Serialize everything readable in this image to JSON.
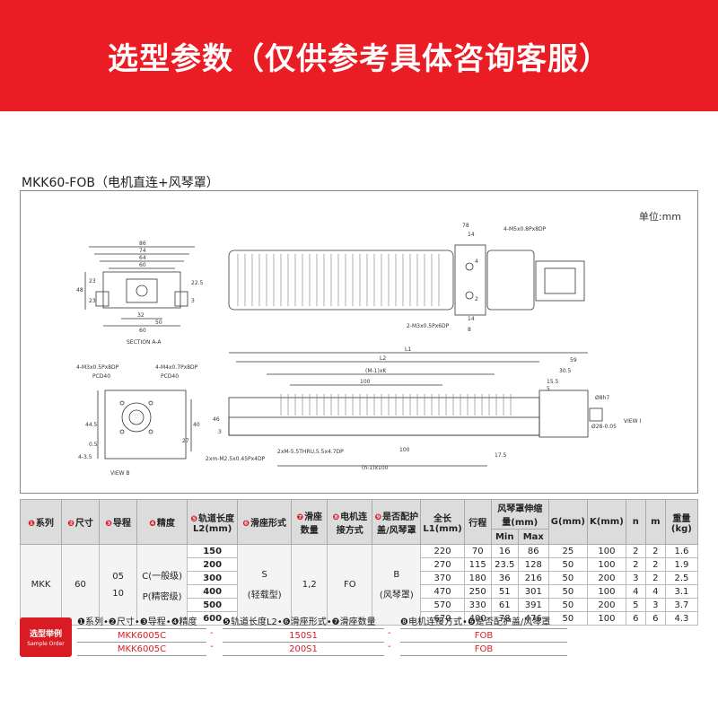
{
  "banner": {
    "title": "选型参数（仅供参考具体咨询客服）",
    "color": "#ea1c24"
  },
  "model_title": "MKK60-FOB（电机直连+风琴罩）",
  "drawing": {
    "unit": "单位:mm",
    "section_a": {
      "label": "SECTION A-A",
      "dims_top": [
        "86",
        "74",
        "64",
        "60"
      ],
      "dims_side": [
        "48",
        "23",
        "23",
        "22.5",
        "3"
      ],
      "dims_bottom": [
        "32",
        "50",
        "60"
      ]
    },
    "top_view": {
      "dims": [
        "78",
        "14",
        "4",
        "2",
        "14",
        "8"
      ],
      "notes": [
        "4-M5x0.8Px8DP",
        "2-M3x0.5Px6DP"
      ]
    },
    "view_b": {
      "label": "VIEW B",
      "notes": [
        "4-M3x0.5Px8DP",
        "PCD40",
        "4-M4x0.7Px8DP",
        "PCD40"
      ],
      "dims": [
        "44.5",
        "40",
        "27",
        "0.5",
        "4-3.5"
      ]
    },
    "front_view": {
      "dims": [
        "L1",
        "L2",
        "(M-1)xK",
        "100",
        "59",
        "30.5",
        "15.5",
        "5",
        "100",
        "(n-1)x100",
        "17.5",
        "46",
        "Ø8h7",
        "Ø28-0.05",
        "3"
      ],
      "notes": [
        "2xM-5.5THRU,5.5x4.7DP",
        "2xm-M2.5x0.45Px4DP",
        "VIEW I"
      ]
    }
  },
  "table": {
    "headers": [
      {
        "n": "❶",
        "label": "系列"
      },
      {
        "n": "❷",
        "label": "尺寸"
      },
      {
        "n": "❸",
        "label": "导程"
      },
      {
        "n": "❹",
        "label": "精度"
      },
      {
        "n": "❺",
        "label": "轨道长度L2(mm)"
      },
      {
        "n": "❻",
        "label": "滑座形式"
      },
      {
        "n": "❼",
        "label": "滑座数量"
      },
      {
        "n": "❽",
        "label": "电机连接方式"
      },
      {
        "n": "❾",
        "label": "是否配护盖/风琴罩"
      },
      {
        "n": "",
        "label": "全长L1(mm)"
      },
      {
        "n": "",
        "label": "行程"
      },
      {
        "n": "",
        "label": "风琴罩伸缩量(mm)"
      },
      {
        "n": "",
        "label": "G(mm)"
      },
      {
        "n": "",
        "label": "K(mm)"
      },
      {
        "n": "",
        "label": "n"
      },
      {
        "n": "",
        "label": "m"
      },
      {
        "n": "",
        "label": "重量(kg)"
      }
    ],
    "sub_headers": [
      "Min",
      "Max"
    ],
    "series": "MKK",
    "size": "60",
    "leads": [
      "05",
      "10"
    ],
    "precisions": [
      "C(一般级)",
      "P(精密级)"
    ],
    "slider_type": [
      "S",
      "(轻载型)"
    ],
    "slider_qty": "1,2",
    "motor_conn": "FO",
    "cover": [
      "B",
      "(风琴罩)"
    ],
    "rows": [
      {
        "l2": "150",
        "l1": "220",
        "stroke": "70",
        "min": "16",
        "max": "86",
        "g": "25",
        "k": "100",
        "n": "2",
        "m": "2",
        "w": "1.6"
      },
      {
        "l2": "200",
        "l1": "270",
        "stroke": "115",
        "min": "23.5",
        "max": "128",
        "g": "50",
        "k": "100",
        "n": "2",
        "m": "2",
        "w": "1.9"
      },
      {
        "l2": "300",
        "l1": "370",
        "stroke": "180",
        "min": "36",
        "max": "216",
        "g": "50",
        "k": "200",
        "n": "3",
        "m": "2",
        "w": "2.5"
      },
      {
        "l2": "400",
        "l1": "470",
        "stroke": "250",
        "min": "51",
        "max": "301",
        "g": "50",
        "k": "100",
        "n": "4",
        "m": "4",
        "w": "3.1"
      },
      {
        "l2": "500",
        "l1": "570",
        "stroke": "330",
        "min": "61",
        "max": "391",
        "g": "50",
        "k": "200",
        "n": "5",
        "m": "3",
        "w": "3.7"
      },
      {
        "l2": "600",
        "l1": "670",
        "stroke": "400",
        "min": "78",
        "max": "476",
        "g": "50",
        "k": "100",
        "n": "6",
        "m": "6",
        "w": "4.3"
      }
    ]
  },
  "order": {
    "label": "选型举例",
    "label_en": "Sample Order",
    "col1_head": "❶系列•❷尺寸•❸导程•❹精度",
    "col2_head": "❺轨道长度L2•❻滑座形式•❼滑座数量",
    "col3_head": "❽电机连接方式•❾是否配护盖/风琴罩",
    "examples": [
      {
        "c1": "MKK6005C",
        "c2": "150S1",
        "c3": "FOB"
      },
      {
        "c1": "MKK6005C",
        "c2": "200S1",
        "c3": "FOB"
      }
    ],
    "sep": "-"
  }
}
